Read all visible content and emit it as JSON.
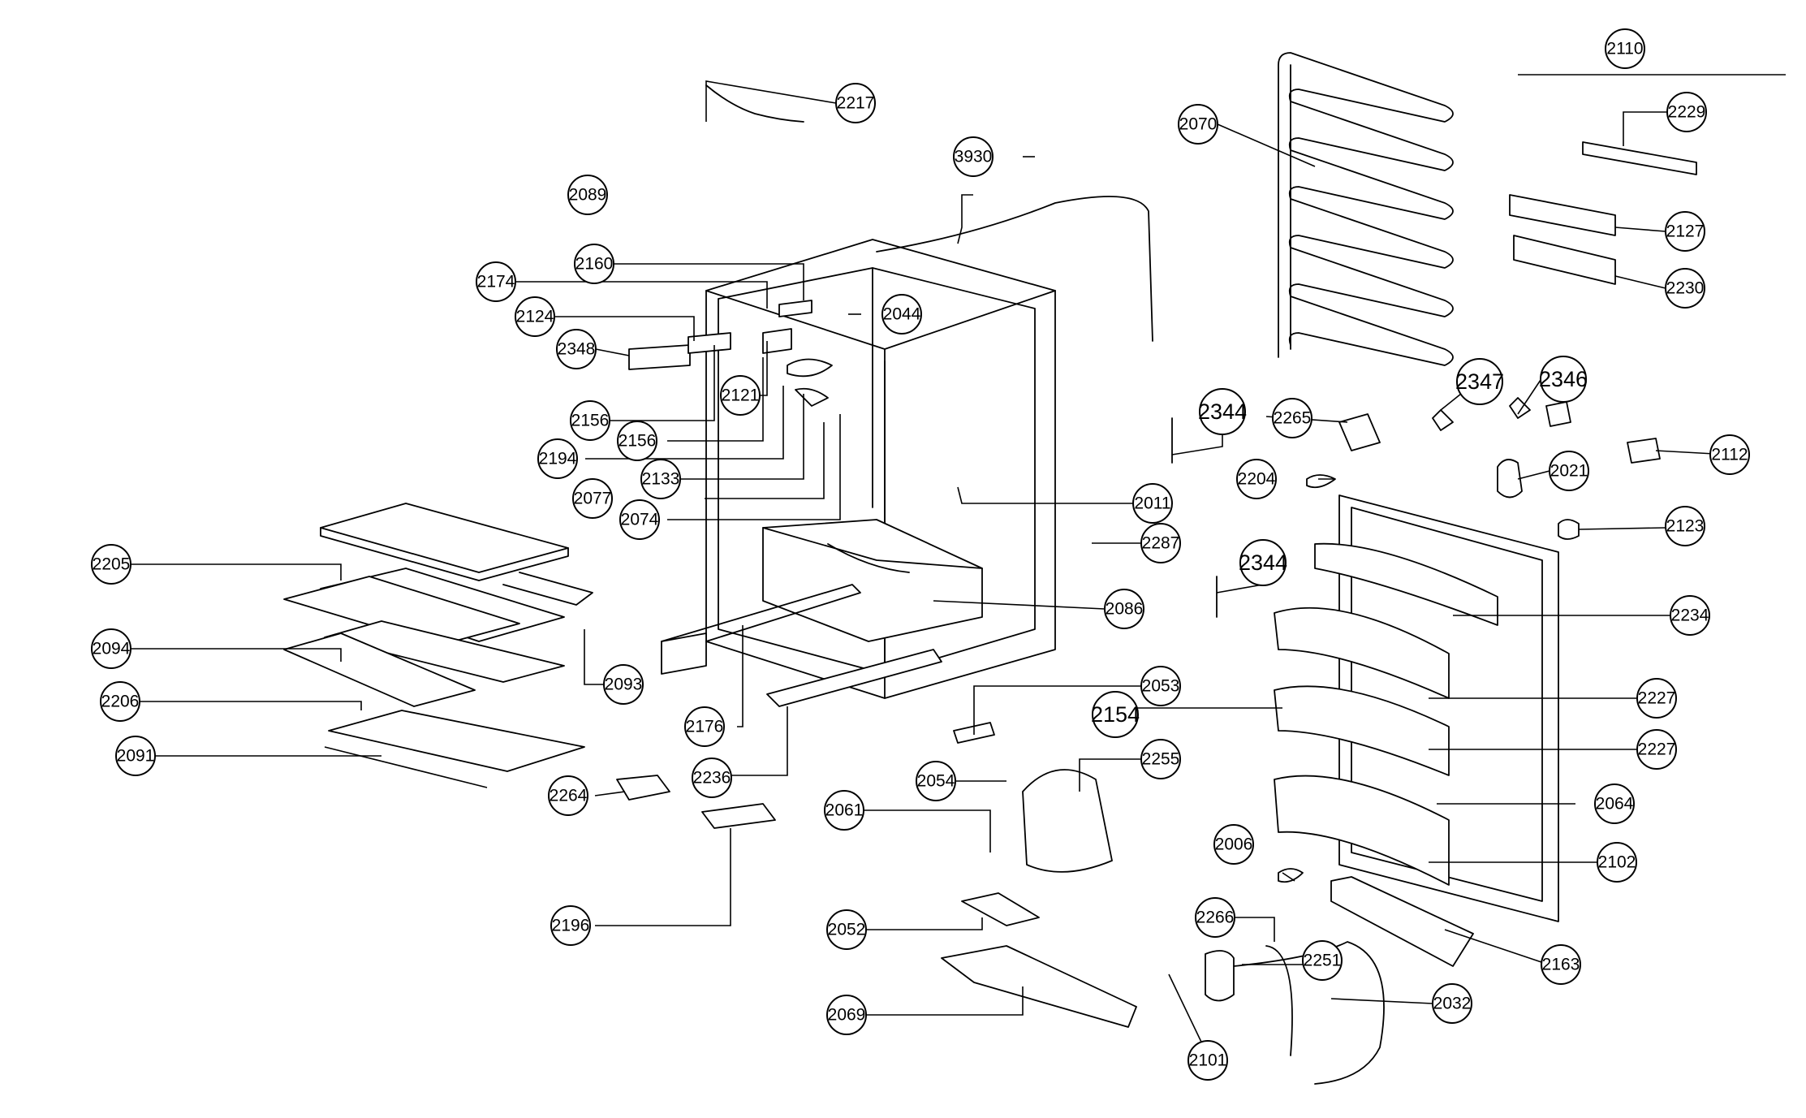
{
  "callouts": [
    "2217",
    "3930",
    "2089",
    "2160",
    "2174",
    "2044",
    "2124",
    "2348",
    "2121",
    "2156",
    "2156",
    "2194",
    "2133",
    "2077",
    "2074",
    "2205",
    "2094",
    "2093",
    "2206",
    "2091",
    "2176",
    "2236",
    "2264",
    "2196",
    "2011",
    "2287",
    "2086",
    "2053",
    "2154",
    "2054",
    "2255",
    "2061",
    "2052",
    "2069",
    "2101",
    "2266",
    "2251",
    "2032",
    "2006",
    "2344",
    "2344",
    "2265",
    "2204",
    "2347",
    "2346",
    "2021",
    "2112",
    "2123",
    "2234",
    "2227",
    "2227",
    "2064",
    "2102",
    "2163",
    "2070",
    "2110",
    "2229",
    "2127",
    "2230"
  ]
}
